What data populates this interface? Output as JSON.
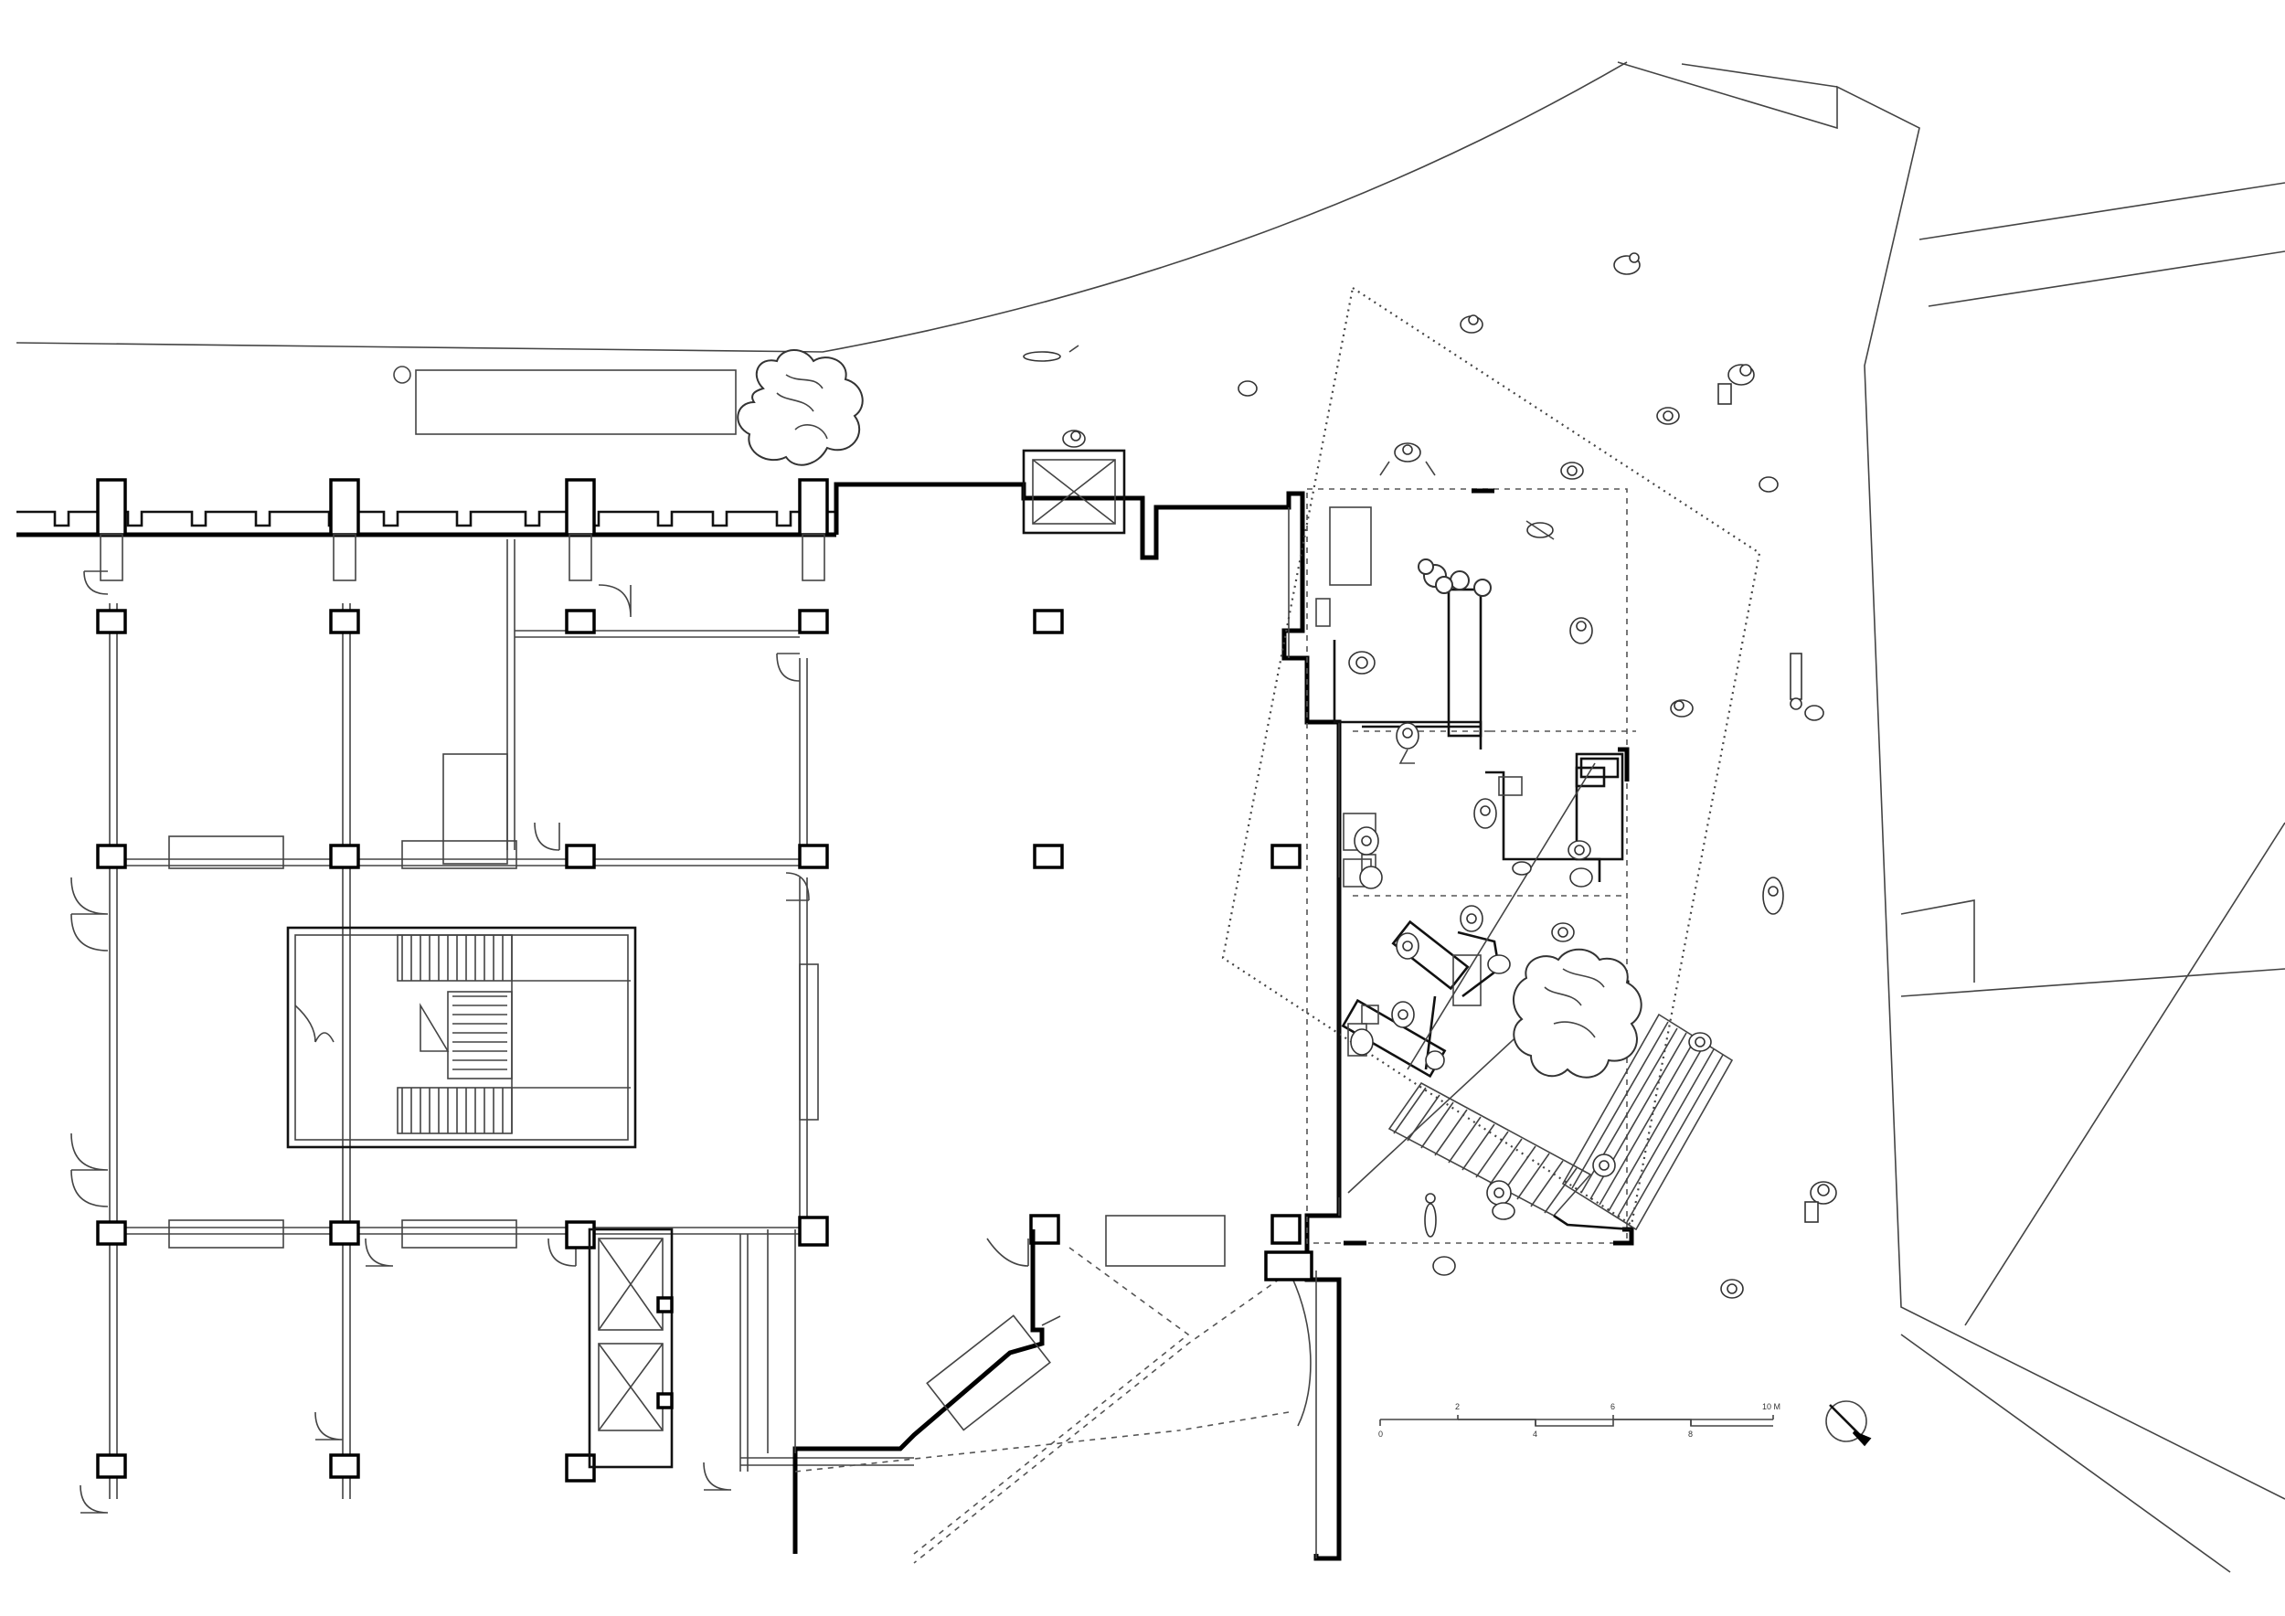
{
  "scale_bar": {
    "ticks": [
      "0",
      "2",
      "4",
      "6",
      "8",
      "10 M"
    ]
  },
  "icons": {
    "north_arrow": "north-arrow-icon",
    "tree": "tree-icon",
    "person": "person-icon",
    "staircase": "staircase-icon"
  }
}
